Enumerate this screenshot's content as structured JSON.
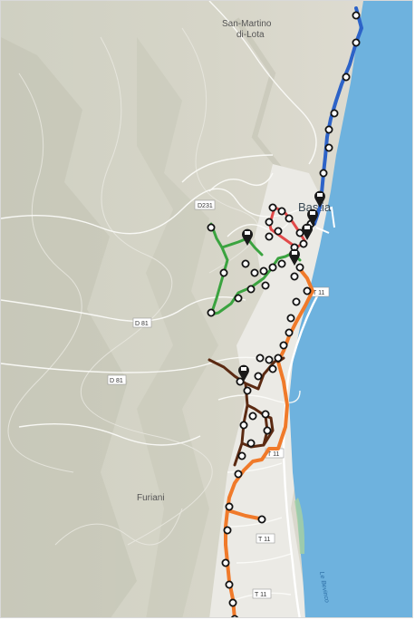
{
  "map": {
    "labels": {
      "san_martino": "San-Martino",
      "di_lota": "di-Lota",
      "bastia": "Bastia",
      "furiani": "Furiani",
      "lagoon": "Le Bevinco"
    },
    "road_shields": {
      "d231": "D231",
      "d81_upper": "D 81",
      "d81_lower": "D 81",
      "t11_a": "T 11",
      "t11_b": "T 11",
      "t11_c": "T 11",
      "t11_d": "T 11"
    },
    "colors": {
      "sea": "#6eb2de",
      "terrain": "#d9d7cb",
      "urban": "#ecebe6",
      "route_blue": "#2d63c8",
      "route_orange": "#f07a2a",
      "route_red": "#e24a4a",
      "route_green": "#3aa33f",
      "route_brown": "#5b2a12",
      "stop_fill": "#ffffff",
      "stop_stroke": "#111111"
    },
    "routes": [
      "blue",
      "orange",
      "red",
      "green",
      "brown"
    ]
  }
}
